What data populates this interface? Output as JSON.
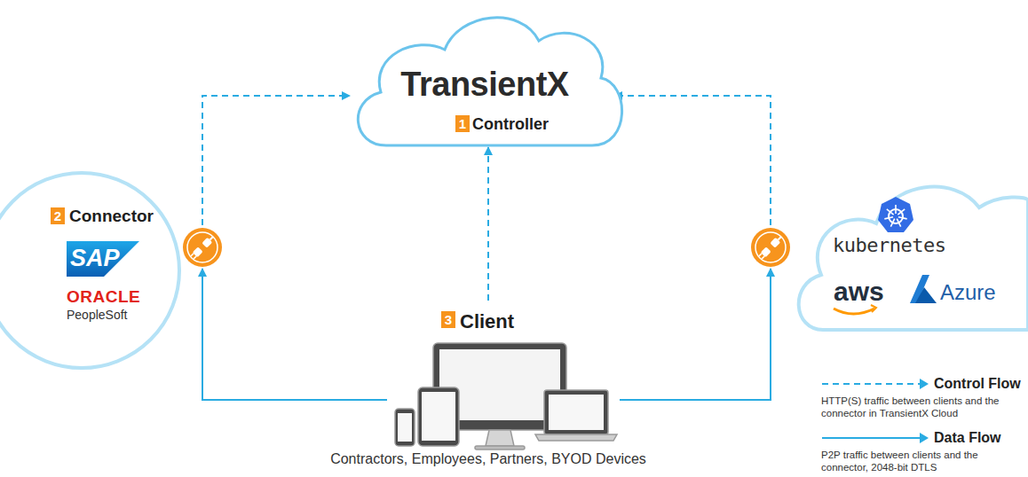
{
  "diagram": {
    "nodes": [
      {
        "text": [
          "TransientX",
          "Controller"
        ]
      },
      {
        "text": [
          "Connector",
          "SAP",
          "ORACLE",
          "PeopleSoft"
        ]
      },
      {
        "text": [
          "Client",
          "Contractors, Employees, Partners, BYOD Devices"
        ]
      },
      {
        "text": [
          "kubernetes",
          "aws",
          "Azure"
        ]
      }
    ],
    "edges": [
      {
        "from": 1,
        "to": 0,
        "arrow": "to"
      },
      {
        "from": 2,
        "to": 0,
        "arrow": "to"
      },
      {
        "from": 3,
        "to": 0,
        "arrow": "to"
      },
      {
        "from": 2,
        "to": 1,
        "arrow": "to"
      },
      {
        "from": 2,
        "to": 3,
        "arrow": "to"
      }
    ],
    "labels": [
      "1",
      "2",
      "3",
      "HTTP(S) traffic between clients and the connector in TransientX Cloud",
      "P2P traffic between clients and the connector, 2048-bit DTLS"
    ],
    "legend": [
      {
        "text": "Control Flow"
      },
      {
        "text": "Data Flow"
      }
    ]
  }
}
